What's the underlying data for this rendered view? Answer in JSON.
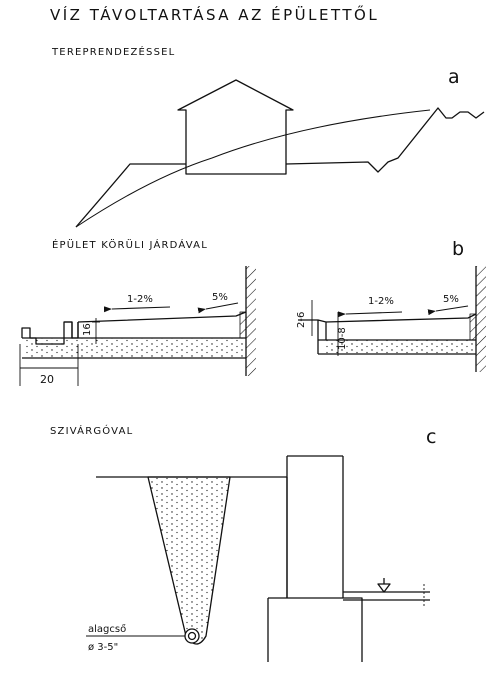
{
  "title": "VÍZ TÁVOLTARTÁSA AZ ÉPÜLETTŐL",
  "panels": [
    {
      "letter": "a",
      "heading": "TEREPRENDEZÉSSEL"
    },
    {
      "letter": "b",
      "heading": "ÉPÜLET KÖRÜLI JÁRDÁVAL"
    },
    {
      "letter": "c",
      "heading": "SZIVÁRGÓVAL"
    }
  ],
  "labels": {
    "slope_main": "1-2%",
    "slope_edge": "5%",
    "dim_curb_height": "16",
    "dim_curb_width": "20",
    "dim_step": "2-6",
    "dim_depth": "10-8",
    "drain_pipe": "alagcső",
    "drain_diameter": "ø 3-5\""
  },
  "colors": {
    "ink": "#111111",
    "paper": "#ffffff"
  }
}
